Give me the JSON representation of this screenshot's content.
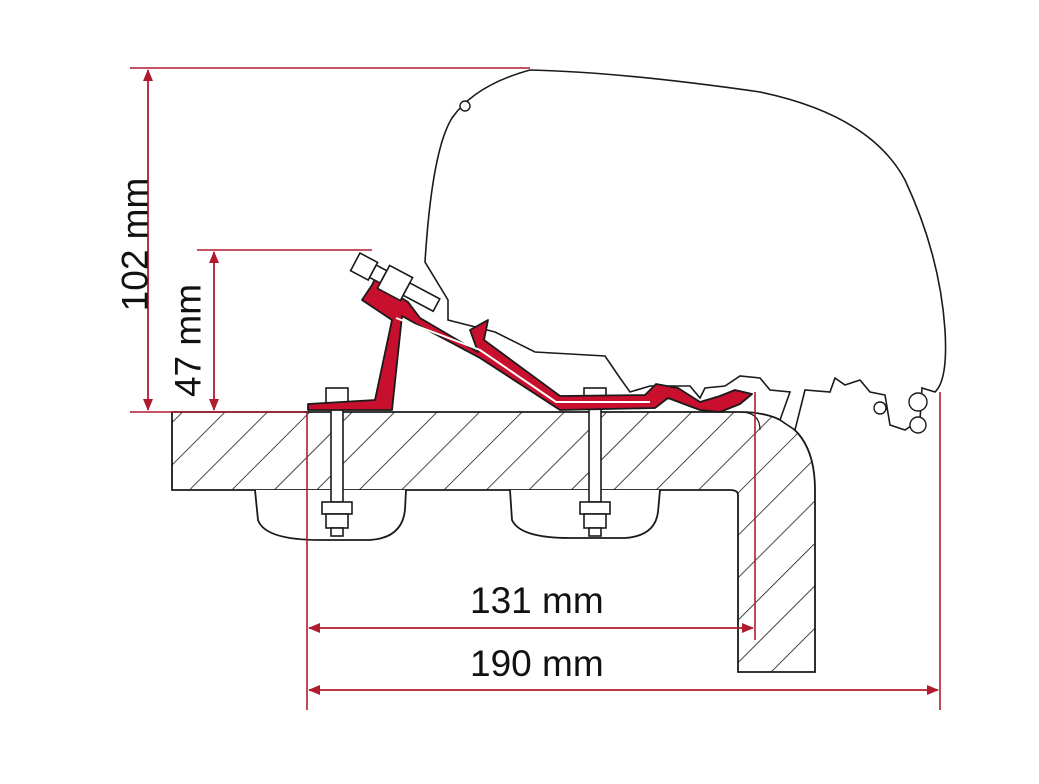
{
  "dimensions": {
    "overall_height": "102 mm",
    "bracket_height": "47 mm",
    "inner_width": "131 mm",
    "overall_width": "190 mm"
  },
  "colors": {
    "dimension_line": "#b01c2e",
    "bracket": "#c8102e",
    "outline": "#1a1a1a",
    "hatch": "#1a1a1a",
    "awning_fill": "#ffffff"
  }
}
